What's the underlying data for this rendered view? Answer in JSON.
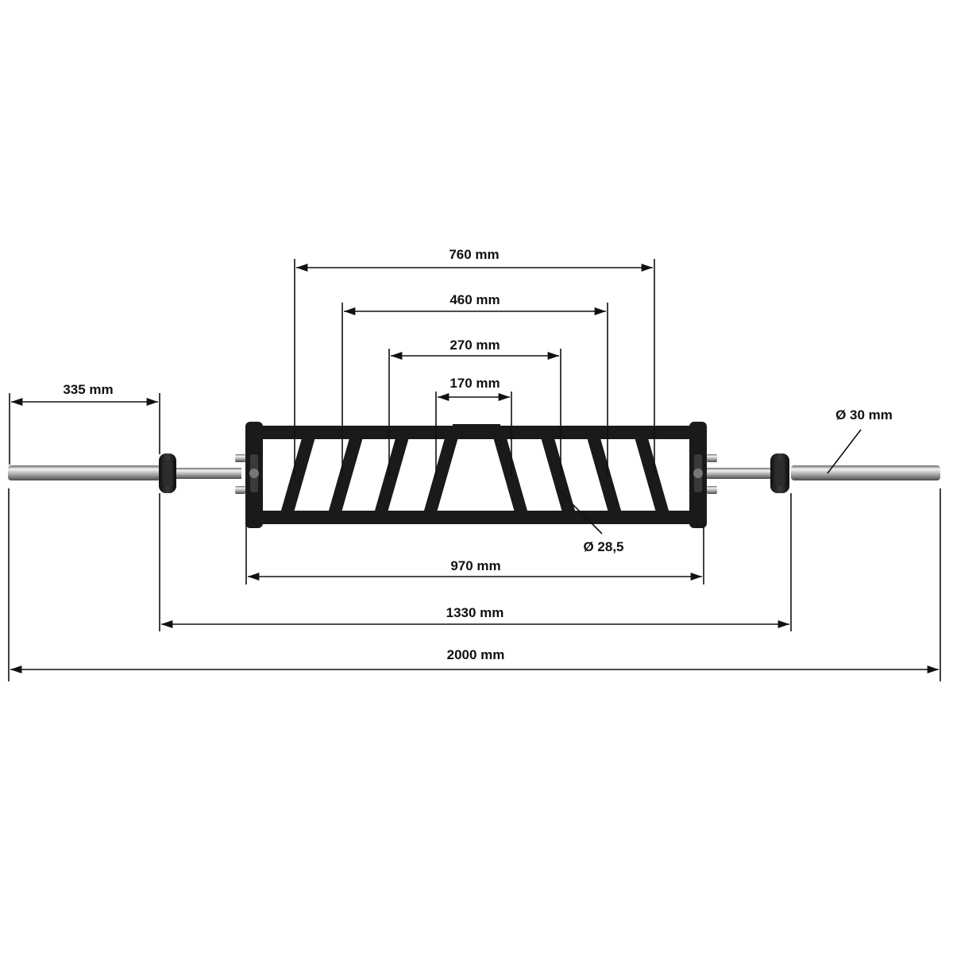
{
  "dimensions": {
    "d760": "760 mm",
    "d460": "460 mm",
    "d270": "270 mm",
    "d170": "170 mm",
    "d335": "335 mm",
    "d970": "970 mm",
    "d1330": "1330 mm",
    "d2000": "2000 mm",
    "grip_diameter": "Ø 28,5",
    "sleeve_diameter": "Ø 30 mm"
  },
  "colors": {
    "frame": "#1a1a1a",
    "line": "#111111",
    "chrome_light": "#f2f2f2",
    "chrome_mid": "#a8a8a8",
    "chrome_dark": "#5a5a5a"
  }
}
